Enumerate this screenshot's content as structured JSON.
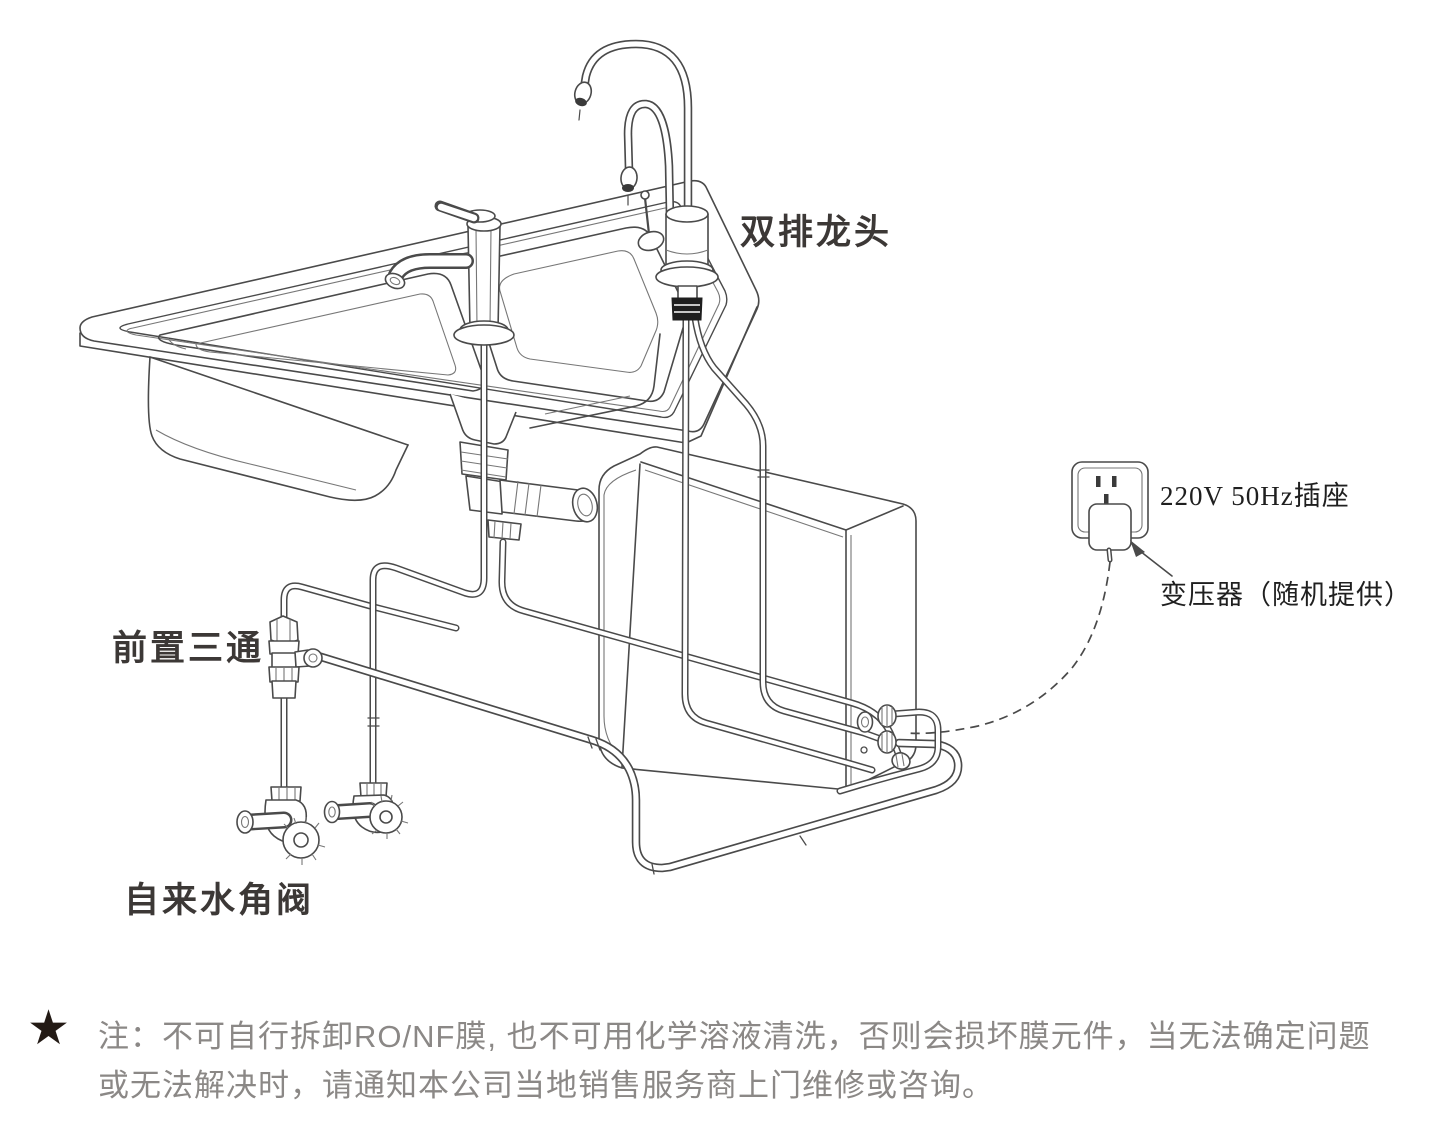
{
  "diagram": {
    "labels": {
      "faucet": "双排龙头",
      "socket": "220V  50Hz插座",
      "transformer": "变压器（随机提供）",
      "tee": "前置三通",
      "valve": "自来水角阀"
    },
    "note": {
      "star": "★",
      "line1": "注：不可自行拆卸RO/NF膜, 也不可用化学溶液清洗，否则会损坏膜元件，当无法确定问题",
      "line2": "或无法解决时，请通知本公司当地销售服务商上门维修或咨询。"
    },
    "colors": {
      "line": "#4a4a4a",
      "label": "#3c3836",
      "note_text": "#8b8886"
    }
  }
}
